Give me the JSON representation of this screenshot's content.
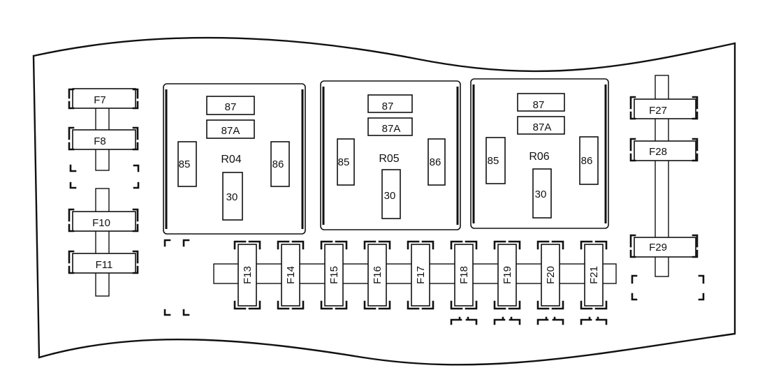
{
  "relays": [
    {
      "id": "R04",
      "pins": {
        "p87": "87",
        "p87a": "87A",
        "p85": "85",
        "p86": "86",
        "p30": "30"
      }
    },
    {
      "id": "R05",
      "pins": {
        "p87": "87",
        "p87a": "87A",
        "p85": "85",
        "p86": "86",
        "p30": "30"
      }
    },
    {
      "id": "R06",
      "pins": {
        "p87": "87",
        "p87a": "87A",
        "p85": "85",
        "p86": "86",
        "p30": "30"
      }
    }
  ],
  "fuses_left": [
    "F7",
    "F8",
    "F10",
    "F11"
  ],
  "fuses_right": [
    "F27",
    "F28",
    "F29"
  ],
  "fuses_bottom": [
    "F13",
    "F14",
    "F15",
    "F16",
    "F17",
    "F18",
    "F19",
    "F20",
    "F21"
  ]
}
